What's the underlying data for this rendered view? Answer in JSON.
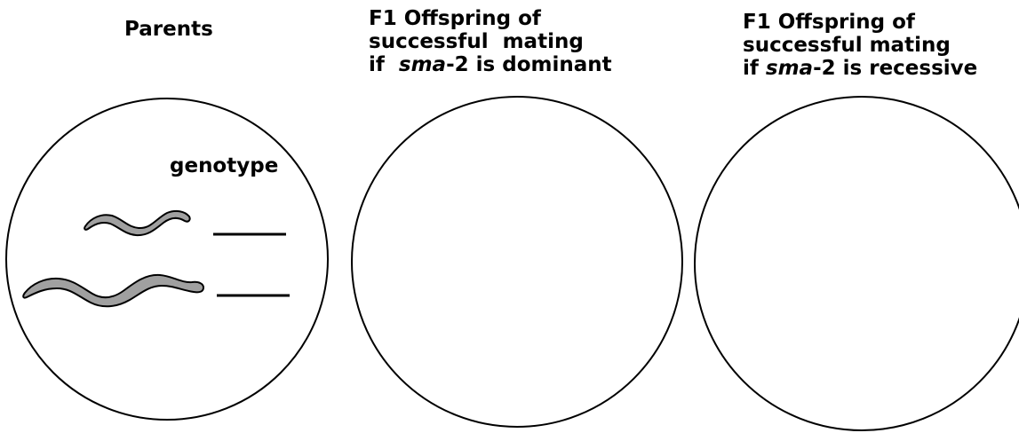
{
  "headings": {
    "parents": "Parents",
    "dominant": {
      "line1": "F1 Offspring of",
      "line2": "successful  mating",
      "line3_prefix": "if  ",
      "line3_gene": "sma",
      "line3_suffix": "-2 is dominant"
    },
    "recessive": {
      "line1": "F1 Offspring of",
      "line2": "successful mating",
      "line3_prefix": "if ",
      "line3_gene": "sma",
      "line3_suffix": "-2 is recessive"
    }
  },
  "plates": {
    "parents": {
      "genotype_label": "genotype",
      "worms": [
        {
          "id": "small-worm",
          "fill": "#a0a0a0"
        },
        {
          "id": "large-worm",
          "fill": "#a0a0a0"
        }
      ]
    }
  },
  "colors": {
    "outline": "#000000",
    "worm_fill": "#a0a0a0",
    "background": "#ffffff"
  }
}
